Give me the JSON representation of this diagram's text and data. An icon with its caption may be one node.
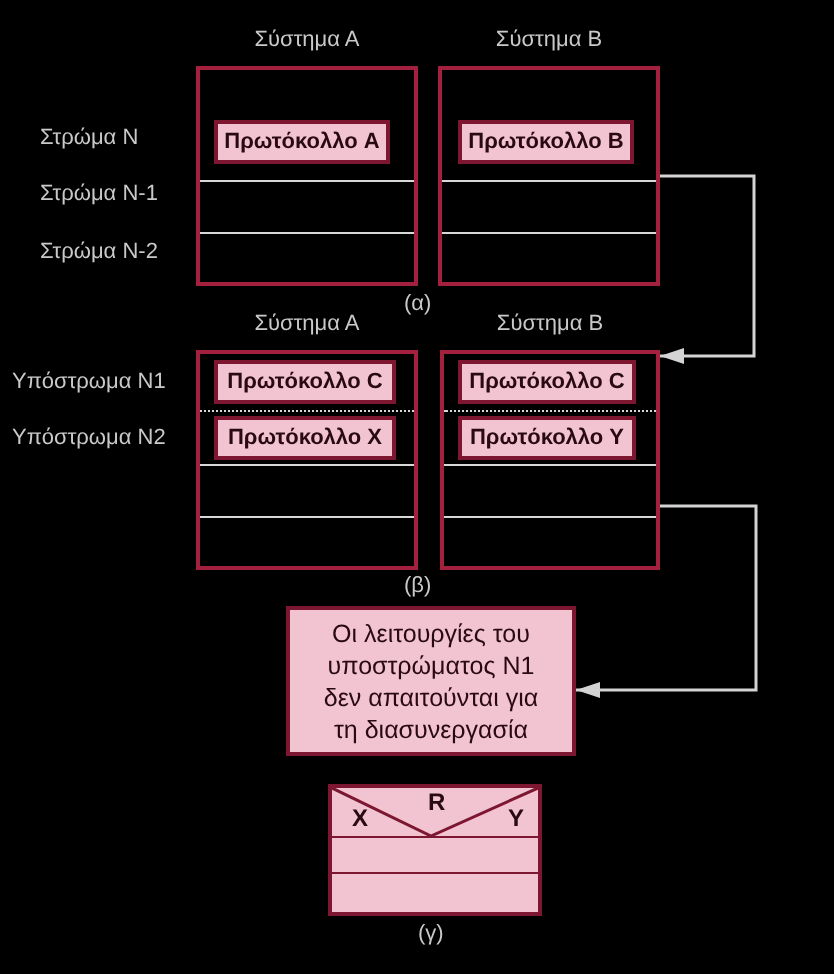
{
  "diagram": {
    "nodes": [
      {
        "text": [
          "Σύστημα Α"
        ]
      },
      {
        "text": [
          "Πρωτόκολλο A"
        ],
        "in": 0
      },
      {
        "text": [
          "Σύστημα Β"
        ]
      },
      {
        "text": [
          "Πρωτόκολλο B"
        ],
        "in": 2
      },
      {
        "text": [
          "Σύστημα Α"
        ]
      },
      {
        "text": [
          "Πρωτόκολλο C"
        ],
        "in": 4
      },
      {
        "text": [
          "Πρωτόκολλο X"
        ],
        "in": 4
      },
      {
        "text": [
          "Σύστημα Β"
        ]
      },
      {
        "text": [
          "Πρωτόκολλο C"
        ],
        "in": 7
      },
      {
        "text": [
          "Πρωτόκολλο Y"
        ],
        "in": 7
      },
      {
        "text": [
          "Οι λειτουργίες του υποστρώματος Ν1 δεν απαιτούνται για τη διασυνεργασία"
        ]
      },
      {
        "text": [
          "X",
          "R",
          "Y"
        ]
      }
    ],
    "edges": [
      {
        "from": 2,
        "to": 7,
        "arrow": "to"
      },
      {
        "from": 7,
        "to": 10,
        "arrow": "to"
      }
    ],
    "labels": [
      "Στρώμα Ν",
      "Στρώμα Ν-1",
      "Στρώμα Ν-2",
      "(α)",
      "Υπόστρωμα Ν1",
      "Υπόστρωμα Ν2",
      "(β)",
      "(γ)"
    ]
  }
}
